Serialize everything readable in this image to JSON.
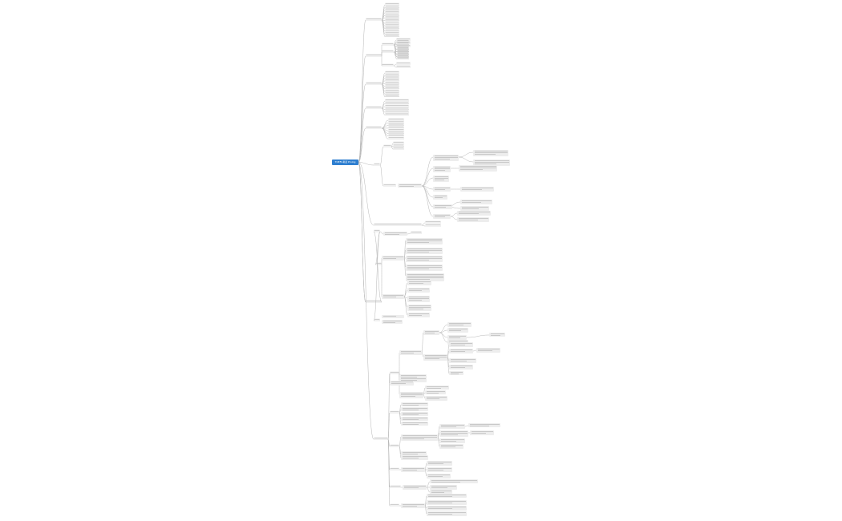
{
  "root": {
    "label": "TOEFL考试 Prolog"
  },
  "branches": [
    {
      "id": "b1",
      "children_count": 13
    },
    {
      "id": "b2",
      "children_count": 9
    },
    {
      "id": "b3",
      "children_count": 10
    },
    {
      "id": "b4",
      "children_count": 6
    },
    {
      "id": "b5",
      "children_count": 8
    },
    {
      "id": "b6",
      "children_count": 30
    },
    {
      "id": "b7",
      "children_count": 60
    }
  ],
  "colors": {
    "root_bg": "#2f7fd0",
    "line": "#b5b5b5",
    "note_bg": "#ededed",
    "note_bar": "#c8c8c8"
  }
}
